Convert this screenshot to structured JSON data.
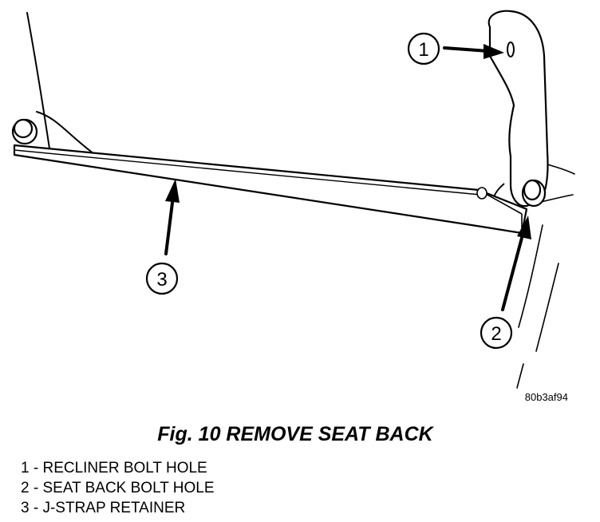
{
  "diagram": {
    "image_code": "80b3af94",
    "callouts": [
      "1",
      "2",
      "3"
    ]
  },
  "caption": "Fig. 10 REMOVE SEAT BACK",
  "legend": [
    {
      "number": "1",
      "separator": " - ",
      "label": "RECLINER BOLT HOLE"
    },
    {
      "number": "2",
      "separator": " - ",
      "label": "SEAT BACK BOLT HOLE"
    },
    {
      "number": "3",
      "separator": " - ",
      "label": "J-STRAP RETAINER"
    }
  ],
  "colors": {
    "ink": "#000000",
    "paper": "#ffffff"
  }
}
